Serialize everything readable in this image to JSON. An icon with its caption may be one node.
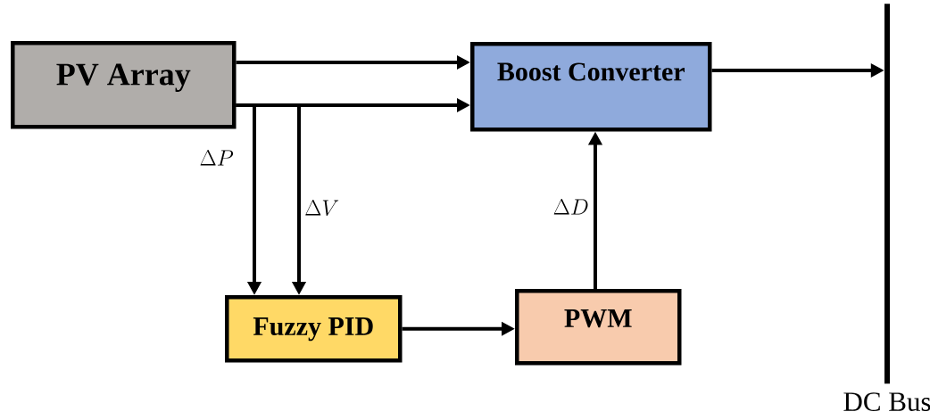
{
  "diagram": {
    "nodes": [
      {
        "text": [
          "PV Array"
        ]
      },
      {
        "text": [
          "Boost Converter"
        ]
      },
      {
        "text": [
          "Fuzzy PID"
        ]
      },
      {
        "text": [
          "PWM"
        ]
      },
      {
        "text": [],
        "shape": "bar",
        "beside": [
          "DC Bus"
        ]
      }
    ],
    "edges": [
      {
        "from": 0,
        "to": 1,
        "arrow": "to"
      },
      {
        "from": 0,
        "to": 1,
        "arrow": "to"
      },
      {
        "from": 0,
        "to": 2,
        "arrow": "to",
        "label": "\\Delta P"
      },
      {
        "from": 0,
        "to": 2,
        "arrow": "to",
        "label": "\\Delta V"
      },
      {
        "from": 2,
        "to": 3,
        "arrow": "to"
      },
      {
        "from": 3,
        "to": 1,
        "arrow": "to",
        "label": "\\Delta D"
      },
      {
        "from": 1,
        "to": 4,
        "arrow": "to"
      }
    ]
  }
}
